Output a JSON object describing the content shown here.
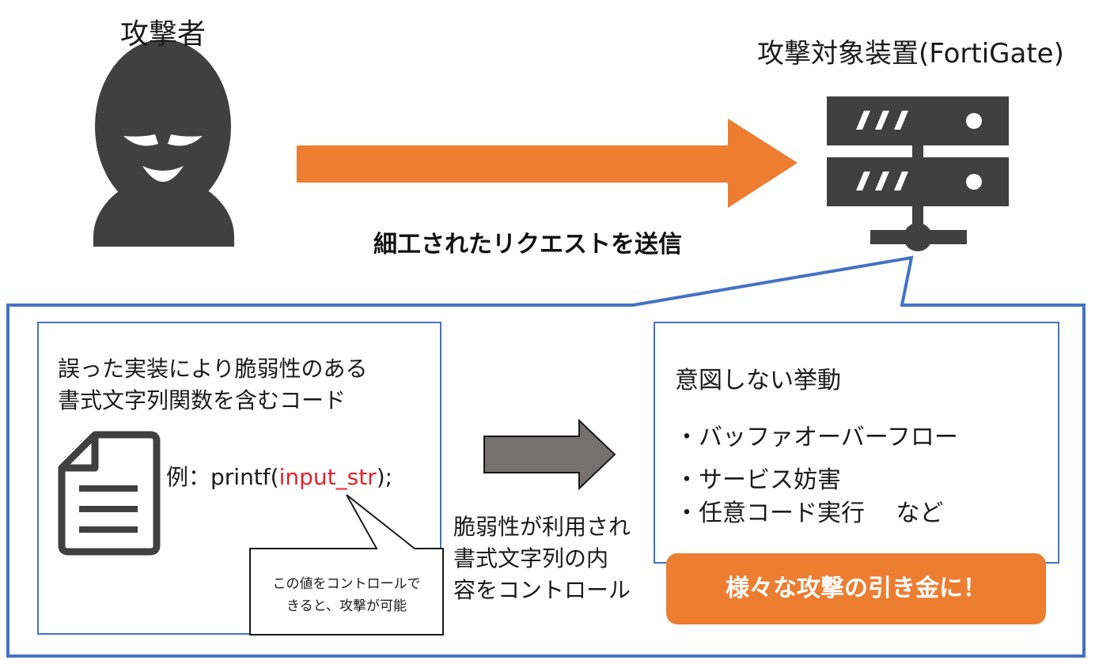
{
  "attacker": {
    "label": "攻撃者",
    "icon": "masked-attacker-icon"
  },
  "target": {
    "label": "攻撃対象装置(FortiGate)",
    "icon": "server-icon"
  },
  "request": {
    "label": "細工されたリクエストを送信"
  },
  "code_box": {
    "description": "誤った実装により脆弱性のある\n書式文字列関数を含むコード",
    "icon": "document-icon",
    "example_prefix": "例：printf(",
    "example_highlight": "input_str",
    "example_suffix": ");",
    "callout": "この値をコントロールで\nきると、攻撃が可能"
  },
  "middle": {
    "text": "脆弱性が利用され\n書式文字列の内\n容をコントロール"
  },
  "behavior_box": {
    "title": "意図しない挙動",
    "items": [
      "・バッファオーバーフロー",
      "・サービス妨害",
      "・任意コード実行　 など"
    ]
  },
  "trigger": {
    "label": "様々な攻撃の引き金に！"
  },
  "colors": {
    "orange": "#ED7D31",
    "blue": "#4472C4",
    "dark_gray": "#404040",
    "arrow_gray": "#767171",
    "red": "#E8202A"
  }
}
